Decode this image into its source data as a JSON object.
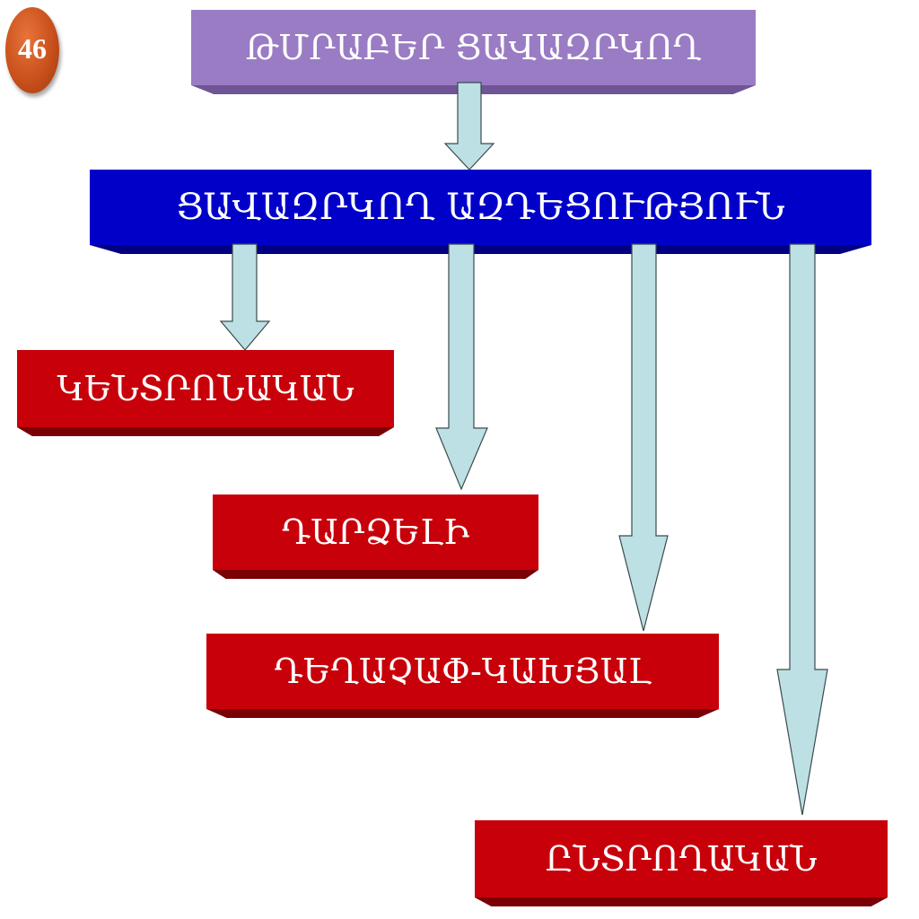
{
  "slide_number": "46",
  "diagram": {
    "root": "ԹՄՐԱԲԵՐ ՑԱՎԱԶՐԿՈՂ",
    "level1": "ՑԱՎԱԶՐԿՈՂ ԱԶԴԵՑՈՒԹՅՈՒՆ",
    "children": [
      "ԿԵՆՏՐՈՆԱԿԱՆ",
      "ԴԱՐՁԵԼԻ",
      "ԴԵՂԱՉԱՓ-ԿԱԽՅԱԼ",
      "ԸՆՏՐՈՂԱԿԱՆ"
    ]
  },
  "colors": {
    "root_box": "#9a7cc4",
    "level1_box": "#0000c8",
    "child_box": "#c8000a",
    "arrow_fill": "#bde0e4",
    "badge": "#c9511c"
  }
}
